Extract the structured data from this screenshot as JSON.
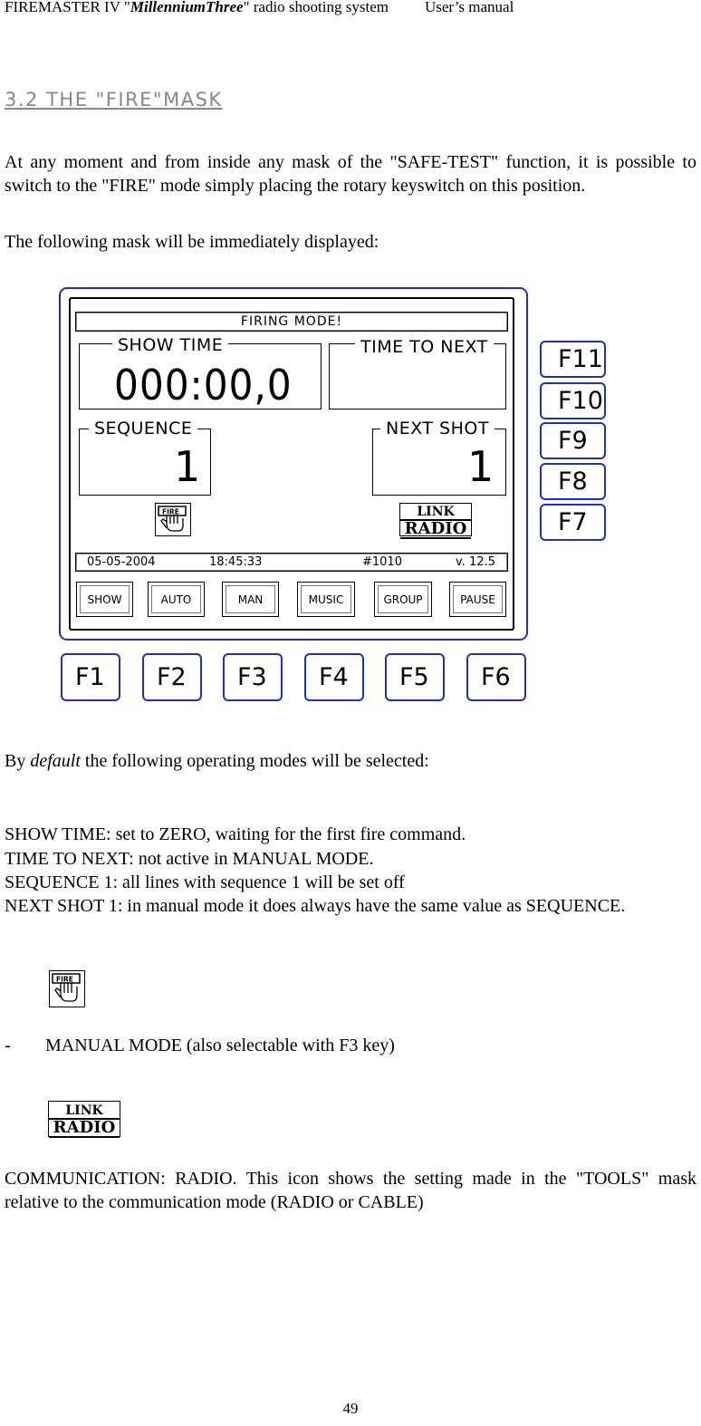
{
  "header": {
    "prefix": "FIREMASTER IV \"",
    "brand": "MillenniumThree",
    "suffix": "\"  radio shooting system",
    "manual": "User’s manual"
  },
  "section_title": "3.2 THE \"FIRE\"MASK",
  "intro": [
    "At any moment and from inside any mask of the \"SAFE-TEST\" function, it is possible to switch to the \"FIRE\" mode simply placing the rotary keyswitch on this position.",
    "The following mask will be immediately displayed:"
  ],
  "screen": {
    "title_bar": "FIRING MODE!",
    "show_time_label": "SHOW TIME",
    "show_time_value": "000:00,0",
    "time_to_next_label": "TIME TO NEXT",
    "sequence_label": "SEQUENCE",
    "sequence_value": "1",
    "next_shot_label": "NEXT SHOT",
    "next_shot_value": "1",
    "status": {
      "date": "05-05-2004",
      "time": "18:45:33",
      "id": "#1010",
      "version": "v. 12.5"
    },
    "soft_buttons": [
      "SHOW",
      "AUTO",
      "MAN",
      "MUSIC",
      "GROUP",
      "PAUSE"
    ],
    "icons": {
      "manual_icon": "hand-fire-icon",
      "link_radio": {
        "line1": "LINK",
        "line2": "RADIO"
      }
    },
    "f_keys_bottom": [
      "F1",
      "F2",
      "F3",
      "F4",
      "F5",
      "F6"
    ],
    "f_keys_right": [
      "F11",
      "F10",
      "F9",
      "F8",
      "F7"
    ]
  },
  "default_sentence": {
    "by": "By ",
    "default": "default",
    "rest": " the following operating modes will be selected:"
  },
  "defaults": [
    "SHOW TIME: set to ZERO, waiting for the first fire command.",
    "TIME TO NEXT: not active in MANUAL MODE.",
    "SEQUENCE 1: all lines with sequence 1 will be set off",
    "NEXT SHOT 1: in manual mode it does always have the same value as SEQUENCE."
  ],
  "manual_mode": {
    "dash": "-",
    "text": "MANUAL MODE (also selectable with F3 key)"
  },
  "fire_icon_label": "FIRE",
  "communication": "COMMUNICATION: RADIO. This icon shows the setting made in the \"TOOLS\" mask relative to the communication mode (RADIO or CABLE)",
  "page_number": "49"
}
